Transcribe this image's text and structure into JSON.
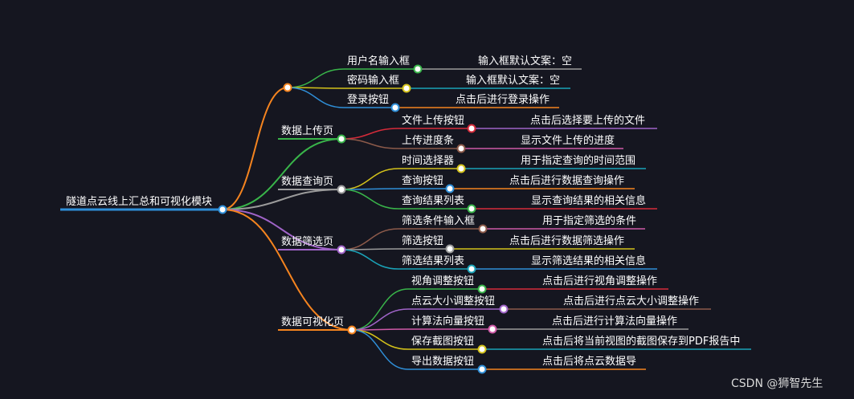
{
  "root": "隧道点云线上汇总和可视化模块",
  "colors": {
    "background": "#151620",
    "orange": "#f5841f",
    "green": "#39b54a",
    "gray": "#9b9b9b",
    "purple": "#a064c8",
    "yellow": "#d4c21a",
    "blue": "#2f8fd8",
    "red": "#d62b3a",
    "teal": "#1aa3b8",
    "brown": "#8c5a4a",
    "pink": "#cf5aa8"
  },
  "branches": [
    {
      "label": "",
      "color": "orange",
      "children": [
        {
          "label": "用户名输入框",
          "color": "green",
          "detail": "输入框默认文案：空",
          "detail_color": "gray"
        },
        {
          "label": "密码输入框",
          "color": "yellow",
          "detail": "输入框默认文案：空",
          "detail_color": "teal"
        },
        {
          "label": "登录按钮",
          "color": "blue",
          "detail": "点击后进行登录操作",
          "detail_color": "orange"
        }
      ]
    },
    {
      "label": "数据上传页",
      "color": "green",
      "children": [
        {
          "label": "文件上传按钮",
          "color": "red",
          "detail": "点击后选择要上传的文件",
          "detail_color": "purple"
        },
        {
          "label": "上传进度条",
          "color": "brown",
          "detail": "显示文件上传的进度",
          "detail_color": "pink"
        }
      ]
    },
    {
      "label": "数据查询页",
      "color": "gray",
      "children": [
        {
          "label": "时间选择器",
          "color": "yellow",
          "detail": "用于指定查询的时间范围",
          "detail_color": "teal"
        },
        {
          "label": "查询按钮",
          "color": "blue",
          "detail": "点击后进行数据查询操作",
          "detail_color": "orange"
        },
        {
          "label": "查询结果列表",
          "color": "green",
          "detail": "显示查询结果的相关信息",
          "detail_color": "red"
        }
      ]
    },
    {
      "label": "数据筛选页",
      "color": "purple",
      "children": [
        {
          "label": "筛选条件输入框",
          "color": "brown",
          "detail": "用于指定筛选的条件",
          "detail_color": "pink"
        },
        {
          "label": "筛选按钮",
          "color": "gray",
          "detail": "点击后进行数据筛选操作",
          "detail_color": "yellow"
        },
        {
          "label": "筛选结果列表",
          "color": "teal",
          "detail": "显示筛选结果的相关信息",
          "detail_color": "blue"
        }
      ]
    },
    {
      "label": "数据可视化页",
      "color": "orange",
      "children": [
        {
          "label": "视角调整按钮",
          "color": "green",
          "detail": "点击后进行视角调整操作",
          "detail_color": "red"
        },
        {
          "label": "点云大小调整按钮",
          "color": "purple",
          "detail": "点击后进行点云大小调整操作",
          "detail_color": "brown"
        },
        {
          "label": "计算法向量按钮",
          "color": "pink",
          "detail": "点击后进行计算法向量操作",
          "detail_color": "gray"
        },
        {
          "label": "保存截图按钮",
          "color": "yellow",
          "detail": "点击后将当前视图的截图保存到PDF报告中",
          "detail_color": "teal"
        },
        {
          "label": "导出数据按钮",
          "color": "blue",
          "detail": "点击后将点云数据导",
          "detail_color": "orange"
        }
      ]
    }
  ],
  "watermark": "CSDN @狮智先生"
}
